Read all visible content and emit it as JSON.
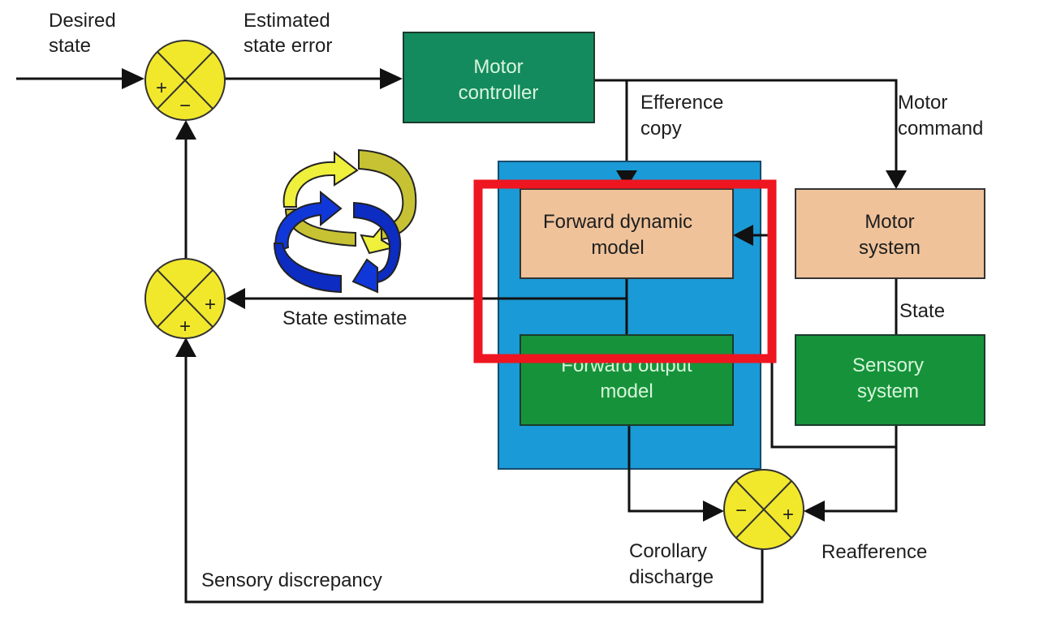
{
  "diagram": {
    "title": "Forward model motor control loop",
    "colors": {
      "motor_controller": "#148b5e",
      "forward_output_model": "#16933a",
      "sensory_system": "#16933a",
      "peach_box": "#efc29a",
      "model_container": "#1a9ad6",
      "summing_junction": "#f2e82b",
      "highlight": "#ee1620",
      "cycle_yellow": "#eef03c",
      "cycle_olive": "#c7c233",
      "cycle_blue": "#1037d8"
    },
    "nodes": {
      "motor_controller": {
        "line1": "Motor",
        "line2": "controller"
      },
      "forward_dynamic_model": {
        "line1": "Forward dynamic",
        "line2": "model"
      },
      "forward_output_model": {
        "line1": "Forward output",
        "line2": "model"
      },
      "motor_system": {
        "line1": "Motor",
        "line2": "system"
      },
      "sensory_system": {
        "line1": "Sensory",
        "line2": "system"
      }
    },
    "junctions": {
      "top": {
        "signs": [
          "+",
          "−"
        ]
      },
      "middle": {
        "signs": [
          "+",
          "+"
        ]
      },
      "bottom": {
        "signs": [
          "−",
          "+"
        ]
      }
    },
    "labels": {
      "desired_state": {
        "line1": "Desired",
        "line2": "state"
      },
      "estimated_state_error": {
        "line1": "Estimated",
        "line2": "state error"
      },
      "efference_copy": {
        "line1": "Efference",
        "line2": "copy"
      },
      "motor_command": {
        "line1": "Motor",
        "line2": "command"
      },
      "state_estimate": "State estimate",
      "state": "State",
      "corollary_discharge": {
        "line1": "Corollary",
        "line2": "discharge"
      },
      "reafference": "Reafference",
      "sensory_discrepancy": "Sensory discrepancy"
    },
    "icons": {
      "cycle": "rotating-arrows-icon",
      "highlight": "red-highlight-rectangle"
    }
  }
}
